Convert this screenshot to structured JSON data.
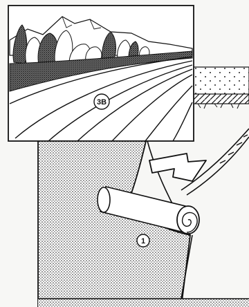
{
  "illustration": {
    "callouts": {
      "field_section": "3B",
      "roll_item": "1"
    },
    "icons": {
      "arrow": "down-right-arrow-icon",
      "roll": "rolled-mat-icon",
      "landscape": "landscape-scene"
    },
    "colors": {
      "ink": "#111111",
      "paper": "#f7f7f5",
      "shade": "#bfbfbf"
    }
  }
}
